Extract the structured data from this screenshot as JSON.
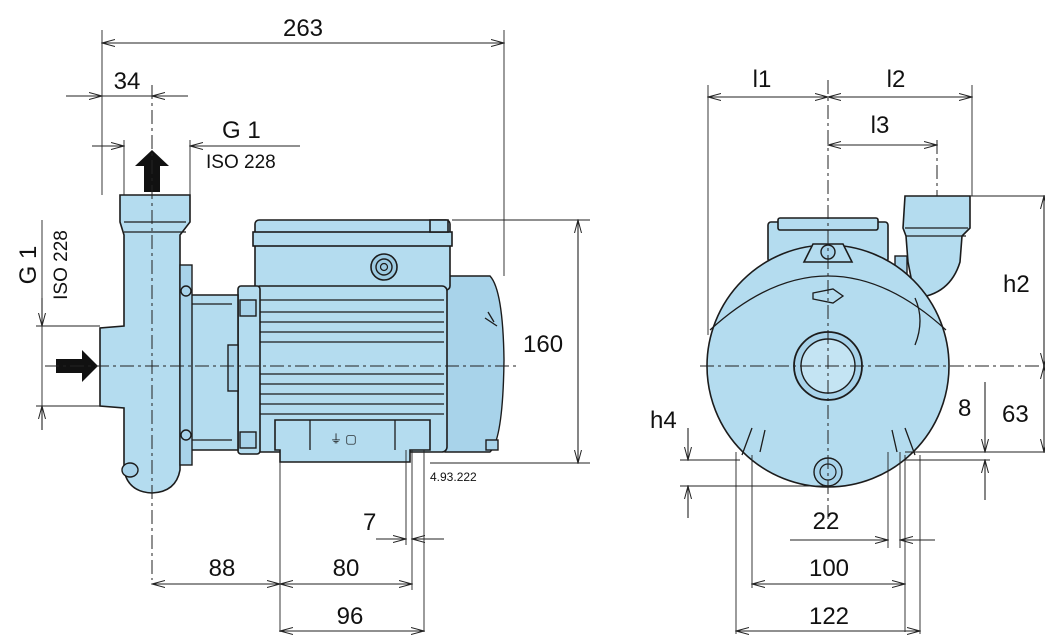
{
  "side_view": {
    "dim_overall_length": "263",
    "dim_suction_offset": "34",
    "outlet_thread": "G 1",
    "outlet_thread_std": "ISO 228",
    "inlet_thread": "G 1",
    "inlet_thread_std": "ISO 228",
    "dim_height": "160",
    "dim_88": "88",
    "dim_80": "80",
    "dim_96": "96",
    "dim_7": "7",
    "drawing_code": "4.93.222"
  },
  "front_view": {
    "label_l1": "l1",
    "label_l2": "l2",
    "label_l3": "l3",
    "label_h2": "h2",
    "label_h4": "h4",
    "dim_8": "8",
    "dim_63": "63",
    "dim_22": "22",
    "dim_100": "100",
    "dim_122": "122"
  },
  "colors": {
    "body_fill": "#b4dcef",
    "line": "#222222"
  }
}
